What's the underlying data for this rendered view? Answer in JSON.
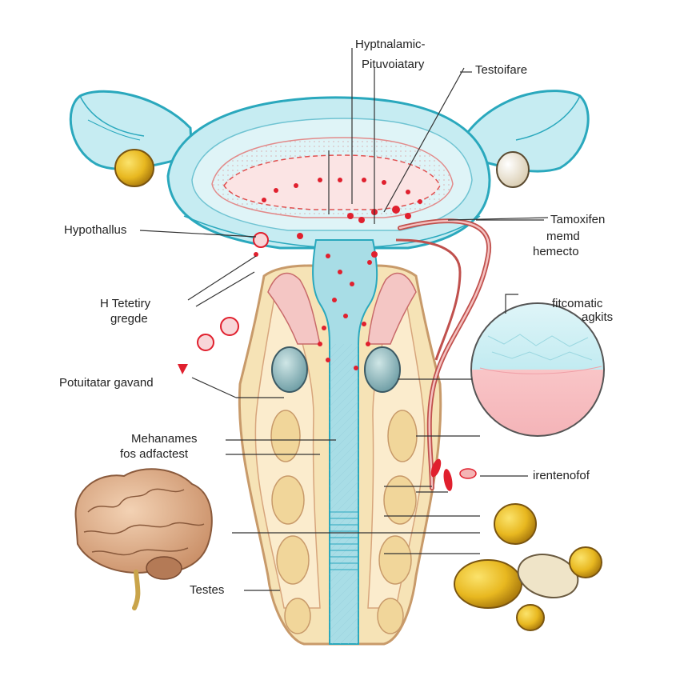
{
  "labels": {
    "hyp_pit_line1": "Hyptnalamic-",
    "hyp_pit_line2": "Pituvoiatary",
    "testoifare": "Testoifare",
    "hypothallus": "Hypothallus",
    "tamoxifen": "Tamoxifen",
    "memd": "memd",
    "hemecto": "hemecto",
    "tetetiry_line1": "H Tetetiry",
    "tetetiry_line2": "gregde",
    "fitcomatic_line1": "fitcomatic",
    "fitcomatic_line2": "agkits",
    "potuitatar": "Potuitatar gavand",
    "mehanames_line1": "Mehanames",
    "mehanames_line2": "fos adfactest",
    "irentenofof": "irentenofof",
    "testes": "Testes"
  },
  "colors": {
    "uterus_fill": "#c6ecf2",
    "uterus_stroke": "#2aa8bd",
    "gland_fill": "#f6e3b6",
    "gland_stroke": "#c89a6a",
    "canal_fill": "#a8dde6",
    "red_dots": "#e0202e",
    "ovary_gold": "#e8b820",
    "ovary_white": "#f4eddc",
    "sphere_top": "#cdeff4",
    "sphere_bottom": "#f7c0c4",
    "brain": "#d9a07e",
    "vessel": "#c0504d"
  },
  "icons": [
    "brain-icon",
    "ovary-icon",
    "cell-sphere-icon",
    "pellet-icon"
  ]
}
